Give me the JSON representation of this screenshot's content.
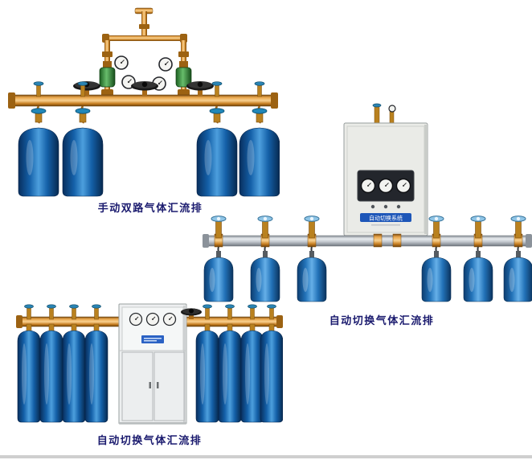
{
  "products": [
    {
      "caption": "手动双路气体汇流排"
    },
    {
      "caption": "自动切换气体汇流排",
      "cabinet_label": "自动切换系统"
    },
    {
      "caption": "自动切换气体汇流排"
    }
  ],
  "colors": {
    "caption_text": "#1a1a6e",
    "brass": "#c8791e",
    "cylinder_blue": "#1565b0",
    "pipe_steel": "#c3c8cf",
    "cabinet_label_bg": "#1d56b8"
  }
}
